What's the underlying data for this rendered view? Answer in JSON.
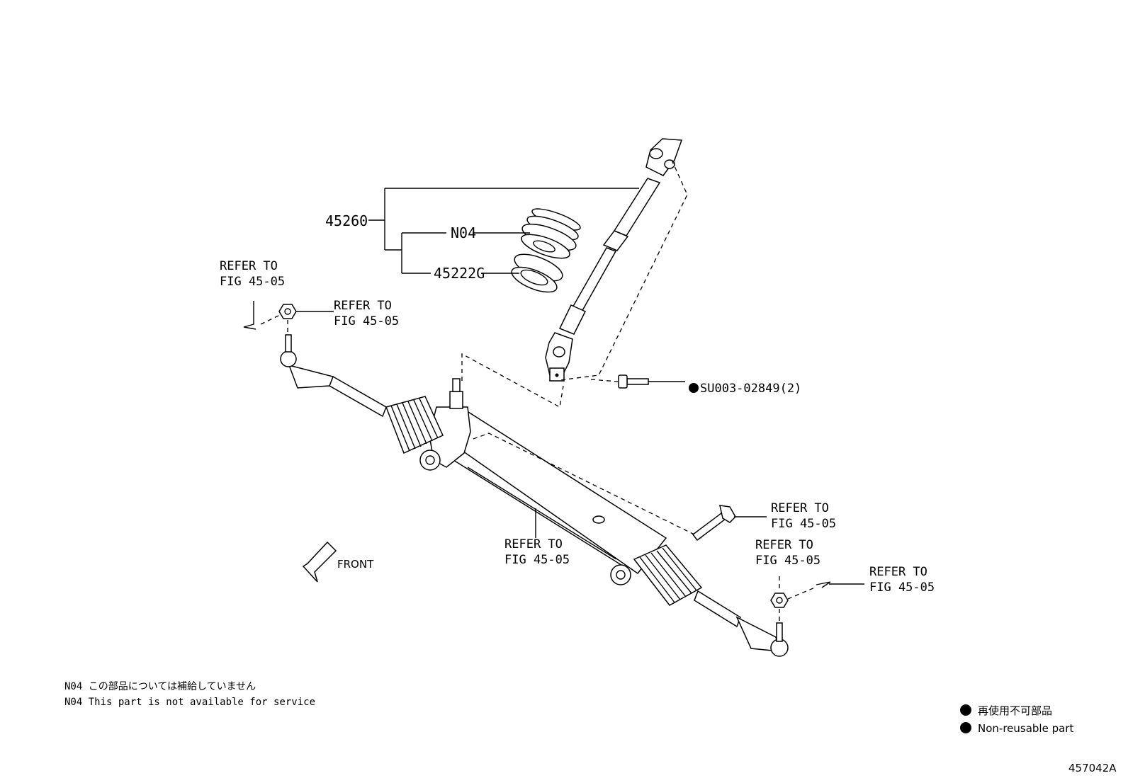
{
  "parts": {
    "assy": "45260",
    "boot": "N04",
    "seal": "45222G",
    "bolt": "SU003-02849(2)"
  },
  "refs": {
    "line1": "REFER TO",
    "line2": "FIG 45-05"
  },
  "front_label": "FRONT",
  "notes": {
    "jp": "N04 この部品については補給していません",
    "en": "N04 This part is not available for service"
  },
  "legend": {
    "jp": "再使用不可部品",
    "en": "Non-reusable part"
  },
  "diagram_id": "457042A"
}
